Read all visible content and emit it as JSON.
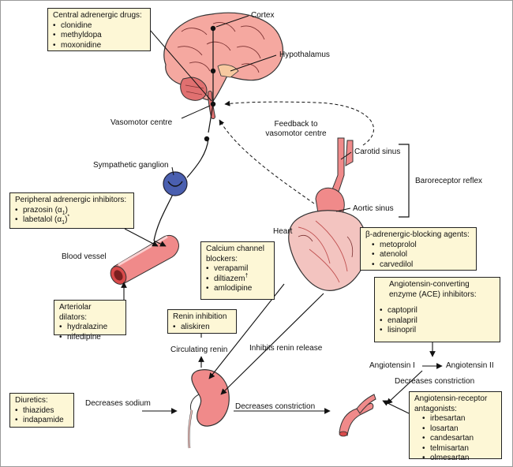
{
  "labels": {
    "cortex": "Cortex",
    "hypothalamus": "Hypothalamus",
    "vasomotor_centre": "Vasomotor centre",
    "feedback": "Feedback to vasomotor centre",
    "carotid_sinus": "Carotid sinus",
    "baroreceptor_reflex": "Baroreceptor reflex",
    "aortic_sinus": "Aortic sinus",
    "sympathetic_ganglion": "Sympathetic ganglion",
    "heart": "Heart",
    "blood_vessel": "Blood vessel",
    "circulating_renin": "Circulating renin",
    "inhibits_renin_release": "Inhibits renin release",
    "angiotensin_i": "Angiotensin I",
    "angiotensin_ii": "Angiotensin II",
    "decreases_constriction_top": "Decreases constriction",
    "decreases_sodium": "Decreases sodium",
    "decreases_constriction_bottom": "Decreases constriction"
  },
  "boxes": {
    "central": {
      "title": "Central adrenergic drugs:",
      "items": [
        "clonidine",
        "methyldopa",
        "moxonidine"
      ]
    },
    "peripheral": {
      "title": "Peripheral adrenergic inhibitors:",
      "items": [
        "prazosin",
        "labetalol"
      ],
      "subscript": "1",
      "item_markers": [
        "",
        "*"
      ]
    },
    "calcium": {
      "title": "Calcium channel blockers:",
      "items": [
        "verapamil",
        "diltiazem",
        "amlodipine"
      ],
      "diltiazem_marker": "†"
    },
    "beta": {
      "title": "β-adrenergic-blocking agents:",
      "items": [
        "metoprolol",
        "atenolol",
        "carvedilol"
      ]
    },
    "arteriolar": {
      "title": "Arteriolar dilators:",
      "items": [
        "hydralazine",
        "nifedipine"
      ]
    },
    "renin": {
      "title": "Renin inhibition",
      "items": [
        "aliskiren"
      ]
    },
    "ace": {
      "title": "Angiotensin-converting enzyme (ACE) inhibitors:",
      "items": [
        "captopril",
        "enalapril",
        "lisinopril"
      ]
    },
    "diuretics": {
      "title": "Diuretics:",
      "items": [
        "thiazides",
        "indapamide"
      ]
    },
    "arb": {
      "title": "Angiotensin-receptor antagonists:",
      "items": [
        "irbesartan",
        "losartan",
        "candesartan",
        "telmisartan",
        "olmesartan"
      ]
    }
  },
  "colors": {
    "box_fill": "#fdf7d6",
    "organ_fill": "#f08a8a",
    "organ_dark": "#d94a4a",
    "ganglion": "#4a5fb0",
    "brain_fill": "#f5a8a0"
  }
}
